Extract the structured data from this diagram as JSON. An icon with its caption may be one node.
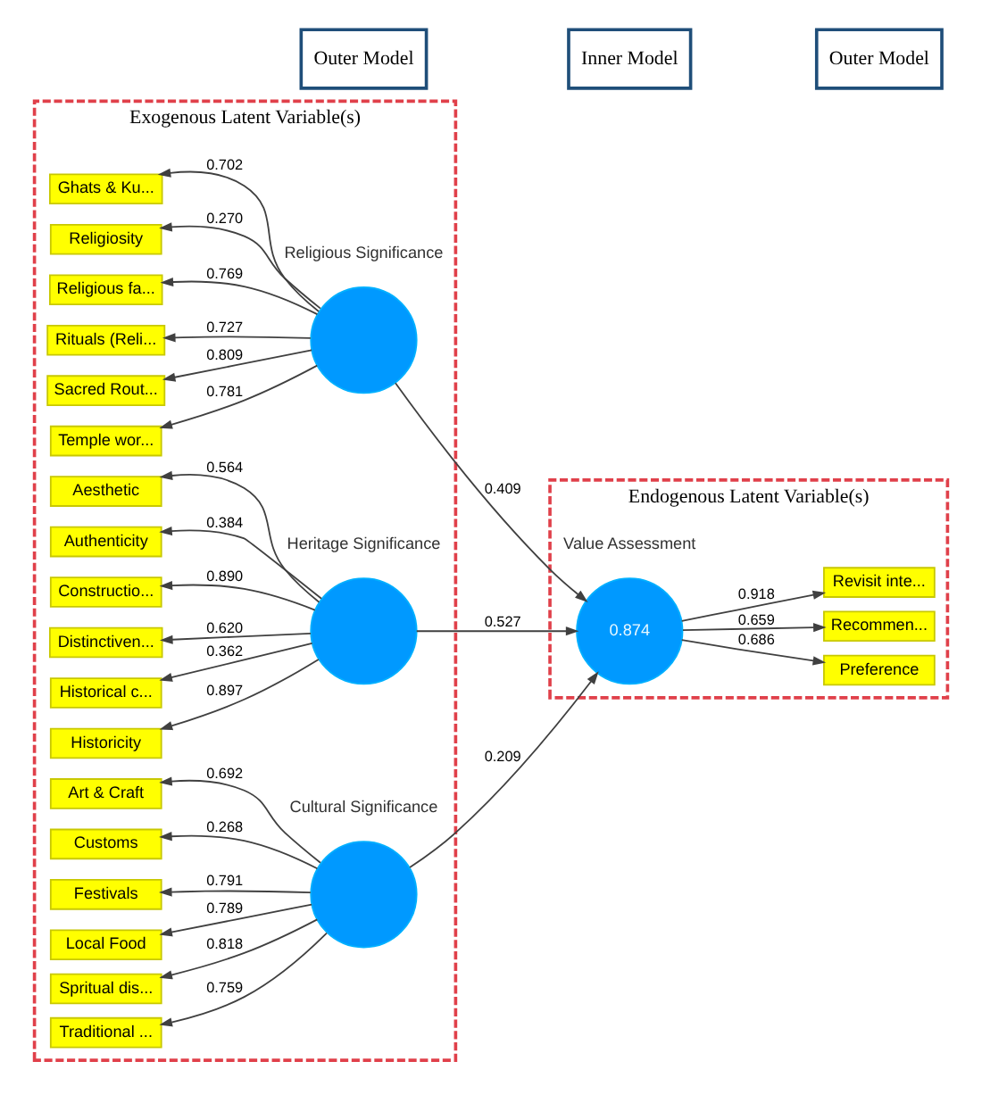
{
  "diagram": {
    "nodes": [
      {
        "text": [
          "Exogenous Latent Variable(s)"
        ]
      },
      {
        "text": [
          "Ghats & Ku..."
        ],
        "in": 0
      },
      {
        "text": [
          "Religiosity"
        ],
        "in": 0
      },
      {
        "text": [
          "Religious fa..."
        ],
        "in": 0
      },
      {
        "text": [
          "Rituals (Reli..."
        ],
        "in": 0
      },
      {
        "text": [
          "Sacred Rout..."
        ],
        "in": 0
      },
      {
        "text": [
          "Temple wor..."
        ],
        "in": 0
      },
      {
        "text": [],
        "shape": "circle",
        "beside": [
          "Religious Significance"
        ],
        "in": 0
      },
      {
        "text": [
          "Aesthetic"
        ],
        "in": 0
      },
      {
        "text": [
          "Authenticity"
        ],
        "in": 0
      },
      {
        "text": [
          "Constructio..."
        ],
        "in": 0
      },
      {
        "text": [
          "Distinctiven..."
        ],
        "in": 0
      },
      {
        "text": [
          "Historical c..."
        ],
        "in": 0
      },
      {
        "text": [
          "Historicity"
        ],
        "in": 0
      },
      {
        "text": [],
        "shape": "circle",
        "beside": [
          "Heritage Significance"
        ],
        "in": 0
      },
      {
        "text": [
          "Art & Craft"
        ],
        "in": 0
      },
      {
        "text": [
          "Customs"
        ],
        "in": 0
      },
      {
        "text": [
          "Festivals"
        ],
        "in": 0
      },
      {
        "text": [
          "Local Food"
        ],
        "in": 0
      },
      {
        "text": [
          "Spritual dis..."
        ],
        "in": 0
      },
      {
        "text": [
          "Traditional ..."
        ],
        "in": 0
      },
      {
        "text": [],
        "shape": "circle",
        "beside": [
          "Cultural Significance"
        ],
        "in": 0
      },
      {
        "text": [
          "Outer Model"
        ]
      },
      {
        "text": [
          "Inner Model"
        ]
      },
      {
        "text": [
          "Endogenous Latent Variable(s)"
        ]
      },
      {
        "text": [
          "0.874"
        ],
        "beside": [
          "Value Assessment"
        ],
        "in": 24
      },
      {
        "text": [
          "Preference"
        ],
        "in": 24
      },
      {
        "text": [
          "Recommen..."
        ],
        "in": 24
      },
      {
        "text": [
          "Revisit inte..."
        ],
        "in": 24
      },
      {
        "text": [
          "Outer Model"
        ]
      }
    ],
    "edges": [
      {
        "from": 7,
        "to": 1,
        "arrow": "to",
        "label": "0.702"
      },
      {
        "from": 7,
        "to": 2,
        "arrow": "to",
        "label": "0.270"
      },
      {
        "from": 7,
        "to": 3,
        "arrow": "to",
        "label": "0.769"
      },
      {
        "from": 7,
        "to": 4,
        "arrow": "to",
        "label": "0.727"
      },
      {
        "from": 7,
        "to": 5,
        "arrow": "to",
        "label": "0.809"
      },
      {
        "from": 7,
        "to": 6,
        "arrow": "to",
        "label": "0.781"
      },
      {
        "from": 14,
        "to": 8,
        "arrow": "to",
        "label": "0.564"
      },
      {
        "from": 14,
        "to": 9,
        "arrow": "to",
        "label": "0.384"
      },
      {
        "from": 14,
        "to": 10,
        "arrow": "to",
        "label": "0.890"
      },
      {
        "from": 14,
        "to": 11,
        "arrow": "to",
        "label": "0.620"
      },
      {
        "from": 14,
        "to": 12,
        "arrow": "to",
        "label": "0.362"
      },
      {
        "from": 14,
        "to": 13,
        "arrow": "to",
        "label": "0.897"
      },
      {
        "from": 21,
        "to": 15,
        "arrow": "to",
        "label": "0.692"
      },
      {
        "from": 21,
        "to": 16,
        "arrow": "to",
        "label": "0.268"
      },
      {
        "from": 21,
        "to": 17,
        "arrow": "to",
        "label": "0.791"
      },
      {
        "from": 21,
        "to": 18,
        "arrow": "to",
        "label": "0.789"
      },
      {
        "from": 21,
        "to": 19,
        "arrow": "to",
        "label": "0.818"
      },
      {
        "from": 21,
        "to": 20,
        "arrow": "to",
        "label": "0.759"
      },
      {
        "from": 7,
        "to": 25,
        "arrow": "to",
        "label": "0.409"
      },
      {
        "from": 14,
        "to": 25,
        "arrow": "to",
        "label": "0.527"
      },
      {
        "from": 21,
        "to": 25,
        "arrow": "to",
        "label": "0.209"
      },
      {
        "from": 25,
        "to": 26,
        "arrow": "to",
        "label": "0.686"
      },
      {
        "from": 25,
        "to": 27,
        "arrow": "to",
        "label": "0.659"
      },
      {
        "from": 25,
        "to": 28,
        "arrow": "to",
        "label": "0.918"
      }
    ]
  }
}
